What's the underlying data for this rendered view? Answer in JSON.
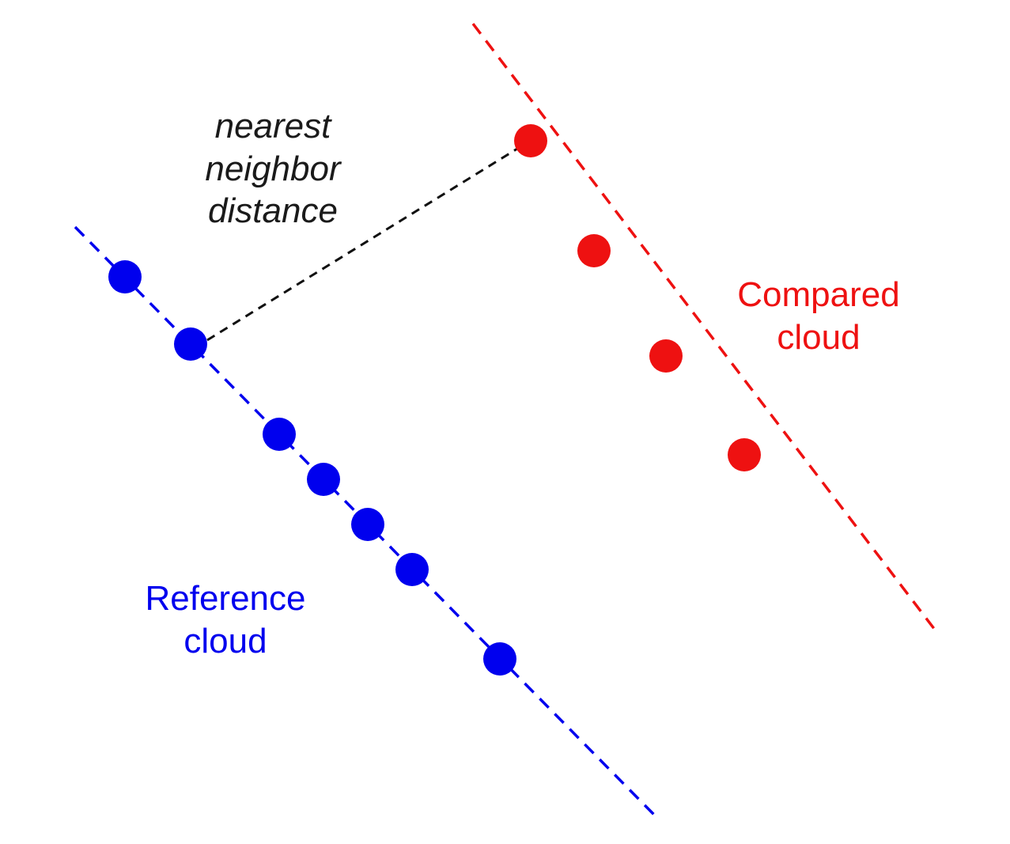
{
  "labels": {
    "nearest_neighbor": [
      "nearest",
      "neighbor",
      "distance"
    ],
    "compared": [
      "Compared",
      "cloud"
    ],
    "reference": [
      "Reference",
      "cloud"
    ]
  },
  "colors": {
    "reference": "#0000ee",
    "compared": "#ee1111",
    "distance_line": "#111111",
    "text_dark": "#1a1a1a"
  },
  "diagram": {
    "reference_cloud": {
      "point_count": 7
    },
    "compared_cloud": {
      "point_count": 4
    },
    "nearest_neighbor_link": {
      "from": "compared point 1",
      "to": "reference point 2",
      "style": "dashed"
    }
  }
}
